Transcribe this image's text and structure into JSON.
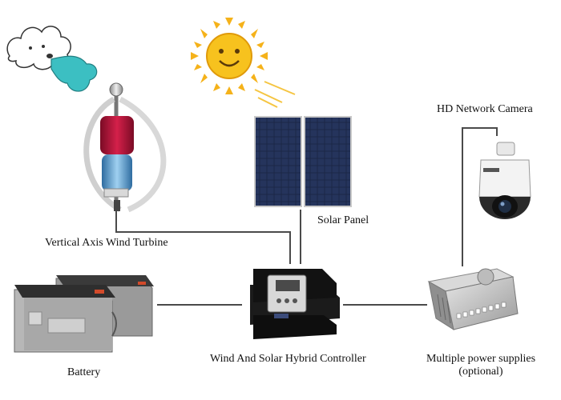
{
  "labels": {
    "wind_turbine": "Vertical Axis Wind Turbine",
    "solar_panel": "Solar Panel",
    "camera": "HD Network Camera",
    "battery": "Battery",
    "controller": "Wind And Solar Hybrid Controller",
    "power_supply_line1": "Multiple power supplies",
    "power_supply_line2": "(optional)"
  },
  "icons": {
    "cloud": "wind-cloud-icon",
    "sun": "sun-icon",
    "turbine": "wind-turbine-icon",
    "panel": "solar-panel-icon",
    "camera": "dome-camera-icon",
    "battery": "battery-icon",
    "controller": "hybrid-controller-icon",
    "psu": "power-supply-icon"
  },
  "colors": {
    "wire": "#4a4a4a",
    "sun": "#f5b21a",
    "wind": "#3cbfc2",
    "turbine_red": "#b8123a",
    "turbine_blue": "#4a90c8",
    "panel": "#1e2a4a",
    "controller": "#1a1a1a"
  }
}
